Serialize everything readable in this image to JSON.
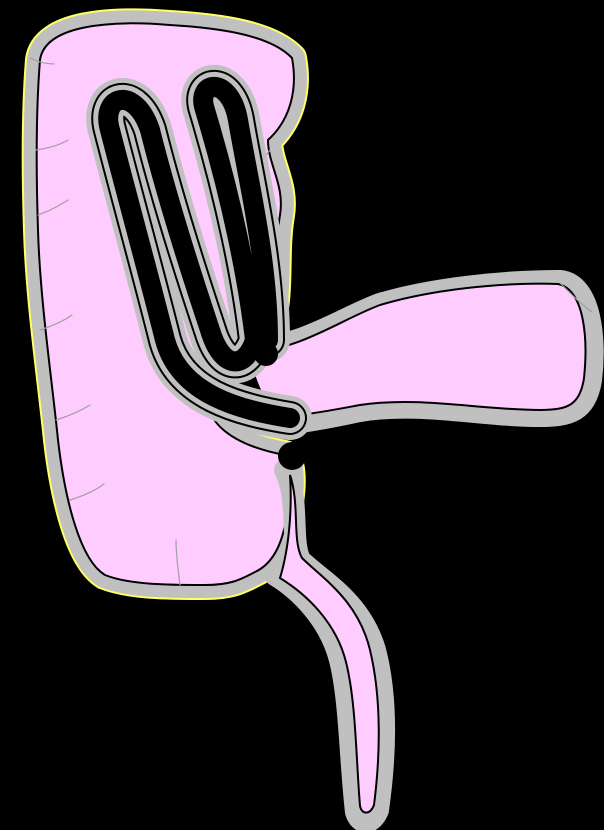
{
  "colors": {
    "background": "#000000",
    "tissue_fill": "#ffccff",
    "wall": "#c0c0c0",
    "wall_outline": "#000000",
    "lumen": "#000000",
    "edge_highlight": "#ffff66",
    "crease": "#a0a0a0"
  },
  "diagram": {
    "kind": "intestinal loop illustration",
    "parts": [
      "large-pouch",
      "folded-loop",
      "horizontal-branch",
      "lower-tail",
      "upper-junction-node",
      "lower-junction-node"
    ]
  }
}
